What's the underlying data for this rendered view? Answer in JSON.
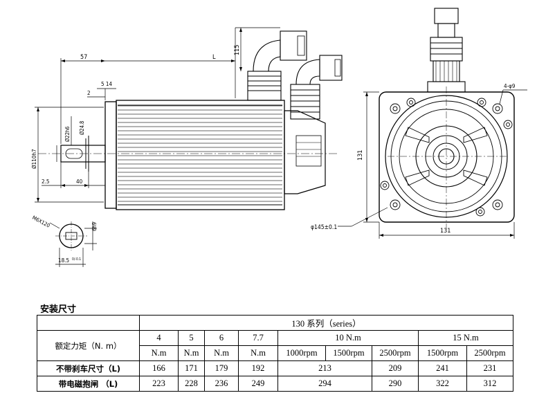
{
  "drawing": {
    "dimensions": {
      "d57": "57",
      "dL": "L",
      "d115": "115",
      "d514": "5 14",
      "d2": "2",
      "d24": "Ø24.8",
      "d22": "Ø22h6",
      "d110": "Ø110h7",
      "d25": "2.5",
      "d40": "40",
      "d131v": "131",
      "d131h": "131",
      "d4phi9": "4-φ9",
      "d145": "φ145±0.1",
      "dM6": "M6X120",
      "dkey": "6h9",
      "d185": "18.5",
      "d185tol": "0/-0.1"
    }
  },
  "section_title": "安装尺寸",
  "table": {
    "series": "130 系列（series）",
    "torque_label": "额定力矩（N. m）",
    "torques": [
      "4",
      "5",
      "6",
      "7.7"
    ],
    "torque_10": "10 N.m",
    "torque_15": "15 N.m",
    "units": [
      "N.m",
      "N.m",
      "N.m",
      "N.m"
    ],
    "speeds": [
      "1000rpm",
      "1500rpm",
      "2500rpm",
      "1500rpm",
      "2500rpm"
    ],
    "row1_label": "不带刹车尺寸（L)",
    "row1": [
      "166",
      "171",
      "179",
      "192",
      "213",
      "209",
      "241",
      "231"
    ],
    "row2_label": "带电磁抱闸  （L)",
    "row2": [
      "223",
      "228",
      "236",
      "249",
      "294",
      "290",
      "322",
      "312"
    ]
  }
}
